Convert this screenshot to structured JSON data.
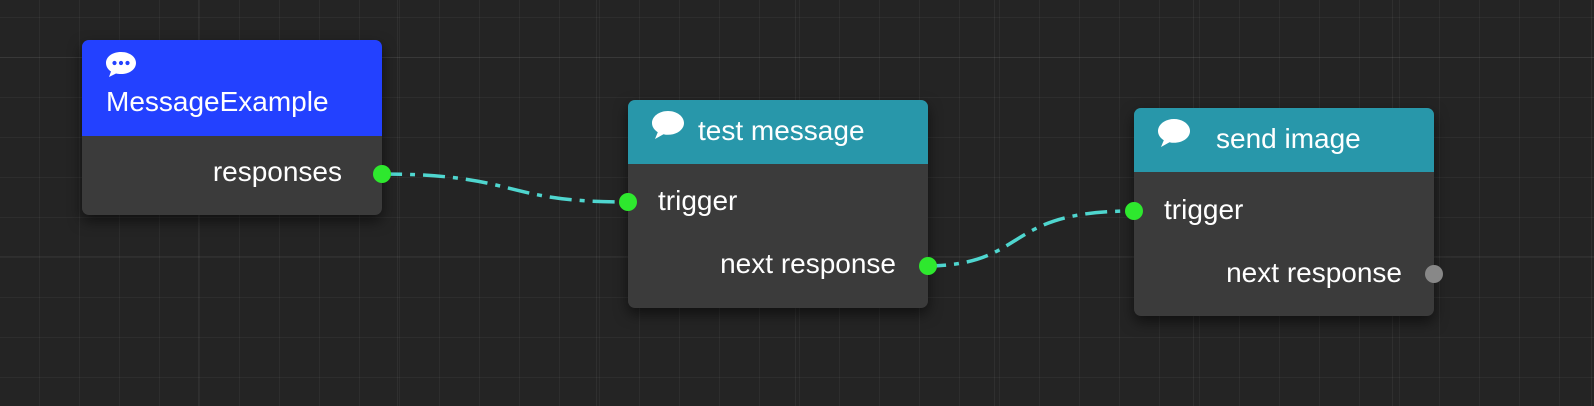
{
  "canvas": {
    "background": "#242424",
    "wire_color": "#4fd6cf",
    "port_connected_color": "#2ee82e",
    "port_idle_color": "#888888"
  },
  "nodes": [
    {
      "id": "message-example",
      "title": "MessageExample",
      "icon": "chat-bubble-icon",
      "header_color": "#2341ff",
      "outputs": [
        {
          "label": "responses",
          "connected": true
        }
      ]
    },
    {
      "id": "test-message",
      "title": "test message",
      "icon": "chat-bubble-icon",
      "header_color": "#2897aa",
      "inputs": [
        {
          "label": "trigger",
          "connected": true
        }
      ],
      "outputs": [
        {
          "label": "next response",
          "connected": true
        }
      ]
    },
    {
      "id": "send-image",
      "title": "send image",
      "icon": "chat-bubble-icon",
      "header_color": "#2897aa",
      "inputs": [
        {
          "label": "trigger",
          "connected": true
        }
      ],
      "outputs": [
        {
          "label": "next response",
          "connected": false
        }
      ]
    }
  ]
}
